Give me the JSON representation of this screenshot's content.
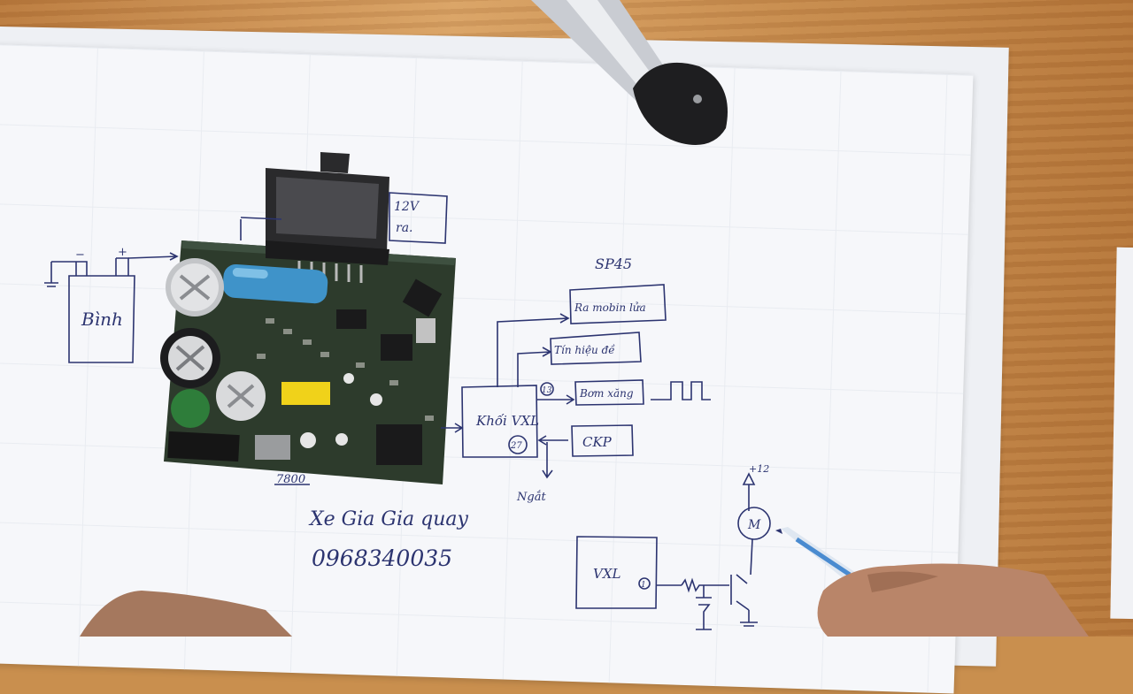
{
  "notes": {
    "model": "SP45",
    "pcb_label": "7800",
    "power_box": [
      "12V",
      "ra."
    ],
    "battery": "Bình",
    "battery_minus": "−",
    "battery_plus": "+",
    "mcu_block": "Khối VXL",
    "pin_13": "13",
    "pin_27": "27",
    "outputs": [
      "Ra mobin lửa",
      "Tín hiệu đề",
      "Bơm xăng"
    ],
    "ckp": "CKP",
    "ground_note": "Ngắt",
    "mcu_small": "VXL",
    "pin_1": "1",
    "supply_12": "+12",
    "motor": "M",
    "author": "Xe Gia Gia quay",
    "phone": "0968340035"
  },
  "colors": {
    "ink": "#2c3470",
    "paper": "#f6f7fa",
    "wood": "#c98f4e",
    "pcb": "#2d3b2c",
    "capacitor_blue": "#3f93c9",
    "component_yellow": "#f0d21a"
  }
}
